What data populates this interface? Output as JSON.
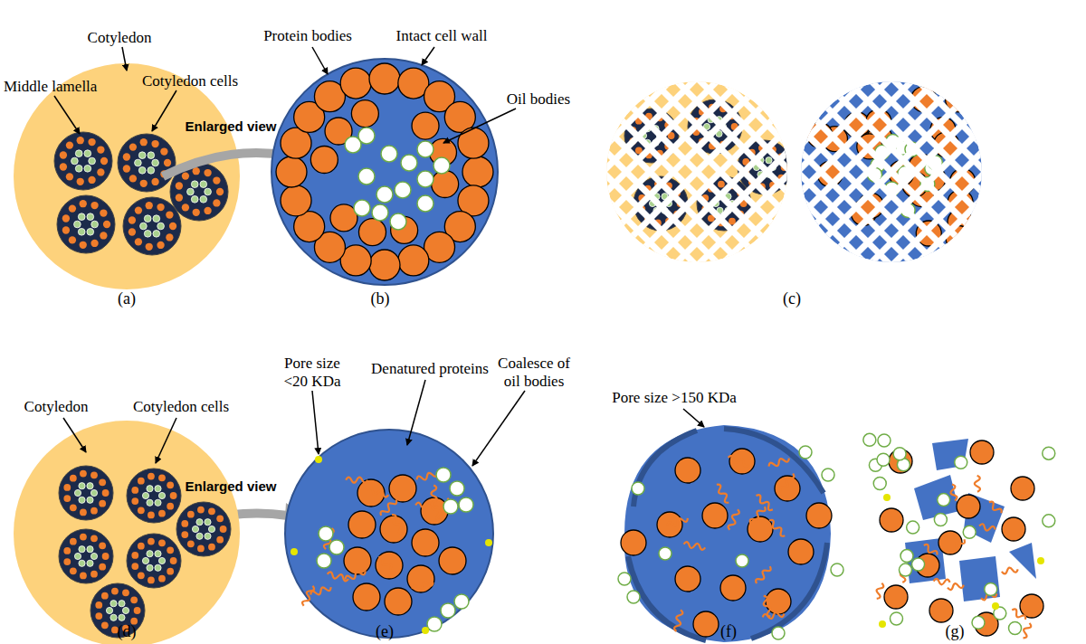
{
  "diagram": {
    "labels": [
      "Cotyledon",
      "Middle lamella",
      "Cotyledon cells",
      "Enlarged view",
      "(a)",
      "Protein bodies",
      "Intact cell wall",
      "Oil bodies",
      "(b)",
      "(c)",
      "Cotyledon",
      "Cotyledon cells",
      "Enlarged view",
      "(d)",
      "Pore size <20 KDa",
      "Denatured proteins",
      "Coalesce of oil bodies",
      "(e)",
      "Pore size >150 KDa",
      "(f)",
      "(g)"
    ]
  }
}
